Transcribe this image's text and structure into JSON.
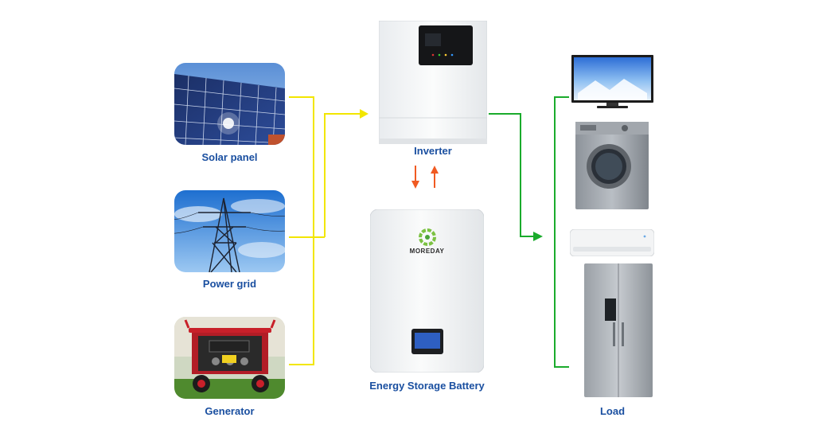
{
  "sources": {
    "solar": {
      "label": "Solar panel",
      "icon": "solar-panel-icon"
    },
    "grid": {
      "label": "Power grid",
      "icon": "power-tower-icon"
    },
    "generator": {
      "label": "Generator",
      "icon": "generator-icon"
    }
  },
  "inverter": {
    "label": "Inverter",
    "icon": "inverter-icon"
  },
  "battery": {
    "label": "Energy Storage Battery",
    "brand": "MOREDAY",
    "icon": "battery-icon"
  },
  "load": {
    "label": "Load",
    "items": [
      "tv-icon",
      "washing-machine-icon",
      "air-conditioner-icon",
      "refrigerator-icon"
    ]
  },
  "colors": {
    "input_line": "#f2e600",
    "output_line": "#1aab2c",
    "flow_arrow": "#f05a22",
    "label": "#1a4fa0"
  }
}
